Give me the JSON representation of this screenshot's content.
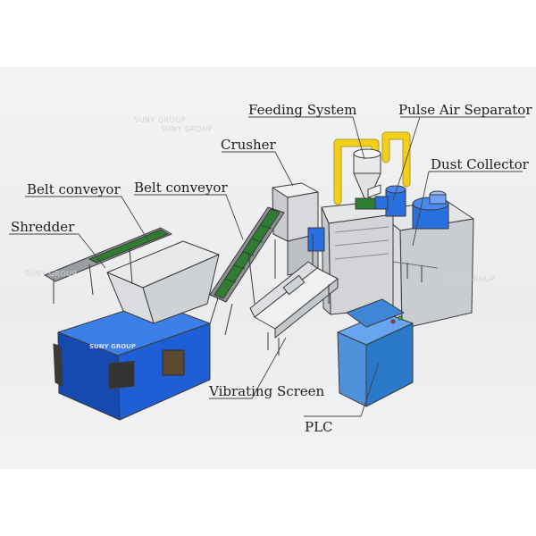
{
  "labels": {
    "feeding_system": "Feeding System",
    "pulse_air_separator": "Pulse Air Separator",
    "crusher": "Crusher",
    "dust_collector": "Dust Collector",
    "belt_conveyor_1": "Belt conveyor",
    "belt_conveyor_2": "Belt conveyor",
    "shredder": "Shredder",
    "vibrating_screen": "Vibrating Screen",
    "plc": "PLC"
  },
  "watermark": "SUNY GROUP",
  "brand_mark": "SUNY GROUP",
  "colors": {
    "shredder_blue": "#1f5fd6",
    "conveyor_green": "#2f7d32",
    "pipe_yellow": "#f2cf1c",
    "frame_gray": "#d7d9dc",
    "plc_blue": "#2a78c8",
    "outline": "#3a3a3a"
  }
}
